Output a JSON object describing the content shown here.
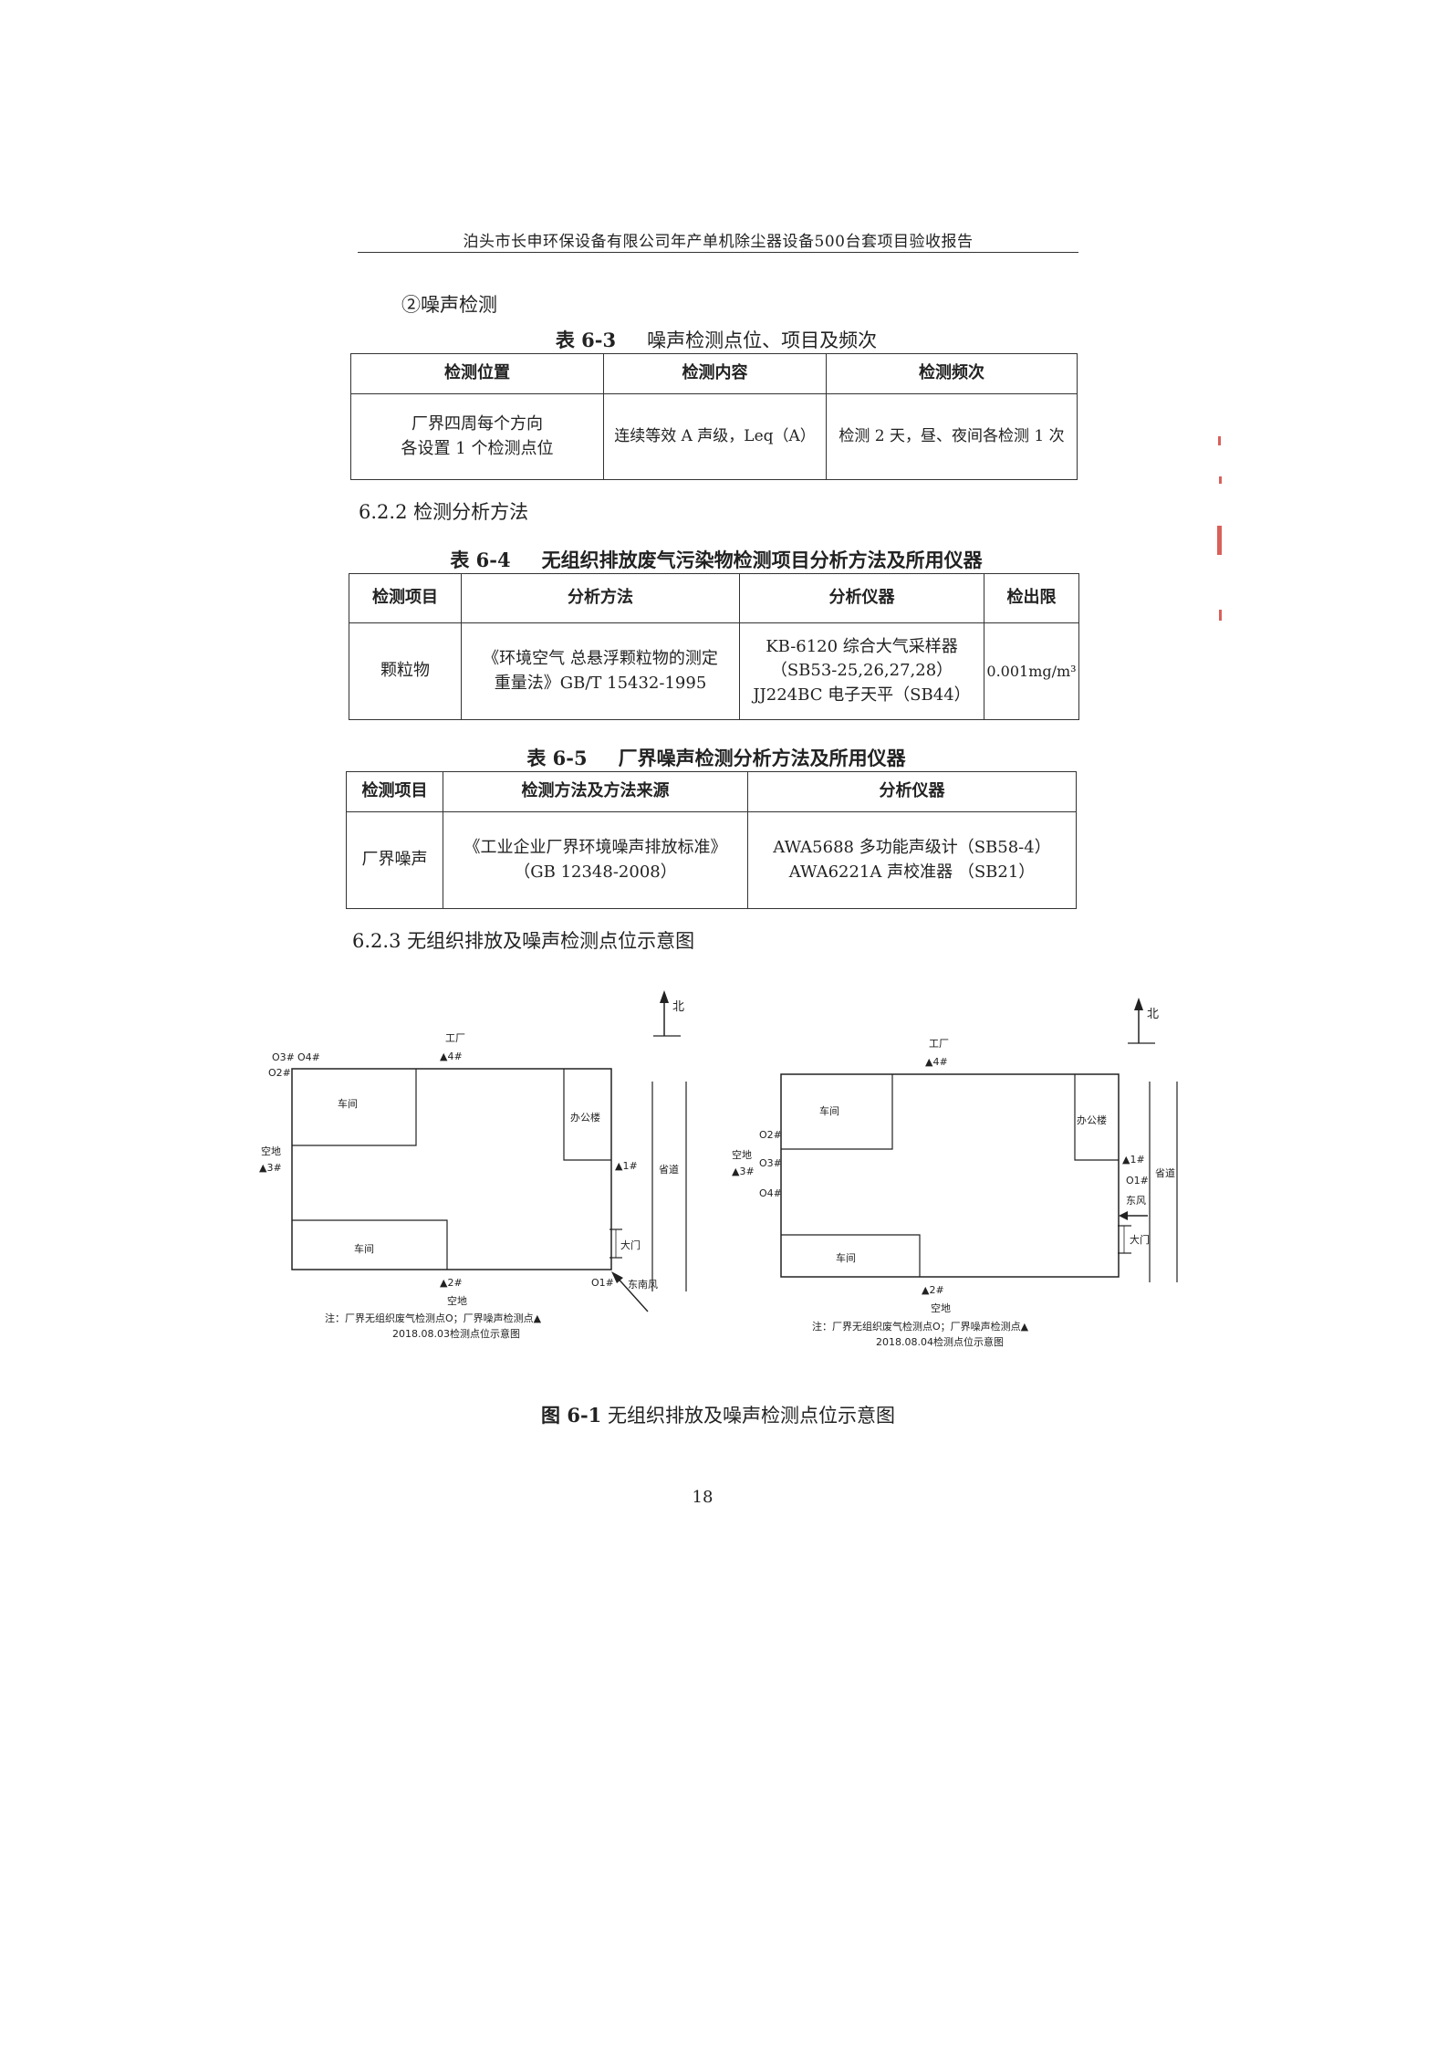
{
  "header": {
    "title": "泊头市长申环保设备有限公司年产单机除尘器设备500台套项目验收报告"
  },
  "section_noise": "②噪声检测",
  "table_6_3": {
    "caption_no": "表 6-3",
    "caption_text": "噪声检测点位、项目及频次",
    "headers": [
      "检测位置",
      "检测内容",
      "检测频次"
    ],
    "row": {
      "position_line1": "厂界四周每个方向",
      "position_line2": "各设置 1 个检测点位",
      "content": "连续等效 A 声级，Leq（A）",
      "frequency": "检测 2 天，昼、夜间各检测 1 次"
    }
  },
  "section_622": "6.2.2 检测分析方法",
  "table_6_4": {
    "caption_no": "表 6-4",
    "caption_text": "无组织排放废气污染物检测项目分析方法及所用仪器",
    "headers": [
      "检测项目",
      "分析方法",
      "分析仪器",
      "检出限"
    ],
    "row": {
      "item": "颗粒物",
      "method_line1": "《环境空气  总悬浮颗粒物的测定",
      "method_line2": "重量法》GB/T 15432-1995",
      "instrument_line1": "KB-6120 综合大气采样器",
      "instrument_line2": "（SB53-25,26,27,28）",
      "instrument_line3": "JJ224BC 电子天平（SB44）",
      "limit": "0.001mg/m³"
    }
  },
  "table_6_5": {
    "caption_no": "表 6-5",
    "caption_text": "厂界噪声检测分析方法及所用仪器",
    "headers": [
      "检测项目",
      "检测方法及方法来源",
      "分析仪器"
    ],
    "row": {
      "item": "厂界噪声",
      "method_line1": "《工业企业厂界环境噪声排放标准》",
      "method_line2": "（GB 12348-2008）",
      "instrument_line1": "AWA5688 多功能声级计（SB58-4）",
      "instrument_line2": "AWA6221A 声校准器  （SB21）"
    }
  },
  "section_623": "6.2.3  无组织排放及噪声检测点位示意图",
  "diagram_left": {
    "north": "北",
    "factory": "工厂",
    "workshop_top": "车间",
    "office": "办公楼",
    "workshop_bottom": "车间",
    "road": "省道",
    "gate": "大门",
    "empty_left": "空地",
    "empty_bottom": "空地",
    "wind": "东南风",
    "p4": "▲4#",
    "p3": "▲3#",
    "p2": "▲2#",
    "p1": "▲1#",
    "o3": "O3#",
    "o4": "O4#",
    "o2": "O2#",
    "o1": "O1#",
    "note": "注：厂界无组织废气检测点O；厂界噪声检测点▲",
    "date": "2018.08.03检测点位示意图"
  },
  "diagram_right": {
    "north": "北",
    "factory": "工厂",
    "workshop_top": "车间",
    "office": "办公楼",
    "workshop_bottom": "车间",
    "road": "省道",
    "gate": "大门",
    "empty_left": "空地",
    "empty_bottom": "空地",
    "wind": "东风",
    "p4": "▲4#",
    "p3": "▲3#",
    "p2": "▲2#",
    "p1": "▲1#",
    "o2": "O2#",
    "o3": "O3#",
    "o4": "O4#",
    "o1": "O1#",
    "note": "注：厂界无组织废气检测点O；厂界噪声检测点▲",
    "date": "2018.08.04检测点位示意图"
  },
  "figure_caption": {
    "no": "图 6-1",
    "text": "无组织排放及噪声检测点位示意图"
  },
  "page_number": "18",
  "colors": {
    "ink": "#222222",
    "edge_mark": "#d9605a"
  }
}
